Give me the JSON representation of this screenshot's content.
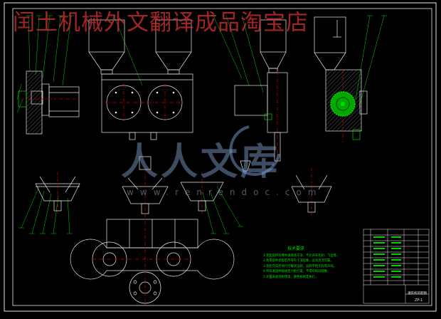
{
  "watermark": {
    "banner": "闰土机械外文翻译成品淘宝店",
    "logo_cn": "人人文库",
    "logo_url": "www.renrendoc.com"
  },
  "notes": {
    "title": "技术要求",
    "lines": [
      "1.装配前所有零件须清洗干净，不允许有毛刺、飞边等。",
      "2.各零部件装配后不得有卡滞现象，运动灵活可靠。",
      "3.装配完成后进行空载试运转，运转平稳无异常声响。",
      "4.所有紧固件按规定力矩拧紧，不得有松动现象。",
      "5.外露表面涂防锈漆，颜色按规定执行。"
    ]
  },
  "title_block": {
    "drawing_name": "灌装机装配图",
    "drawing_no": "ZP-1"
  },
  "colors": {
    "background": "#000000",
    "line": "#e8e8e8",
    "annotation": "#00e000",
    "highlight": "#00c000",
    "center": "#d00000",
    "banner": "#d03030"
  }
}
